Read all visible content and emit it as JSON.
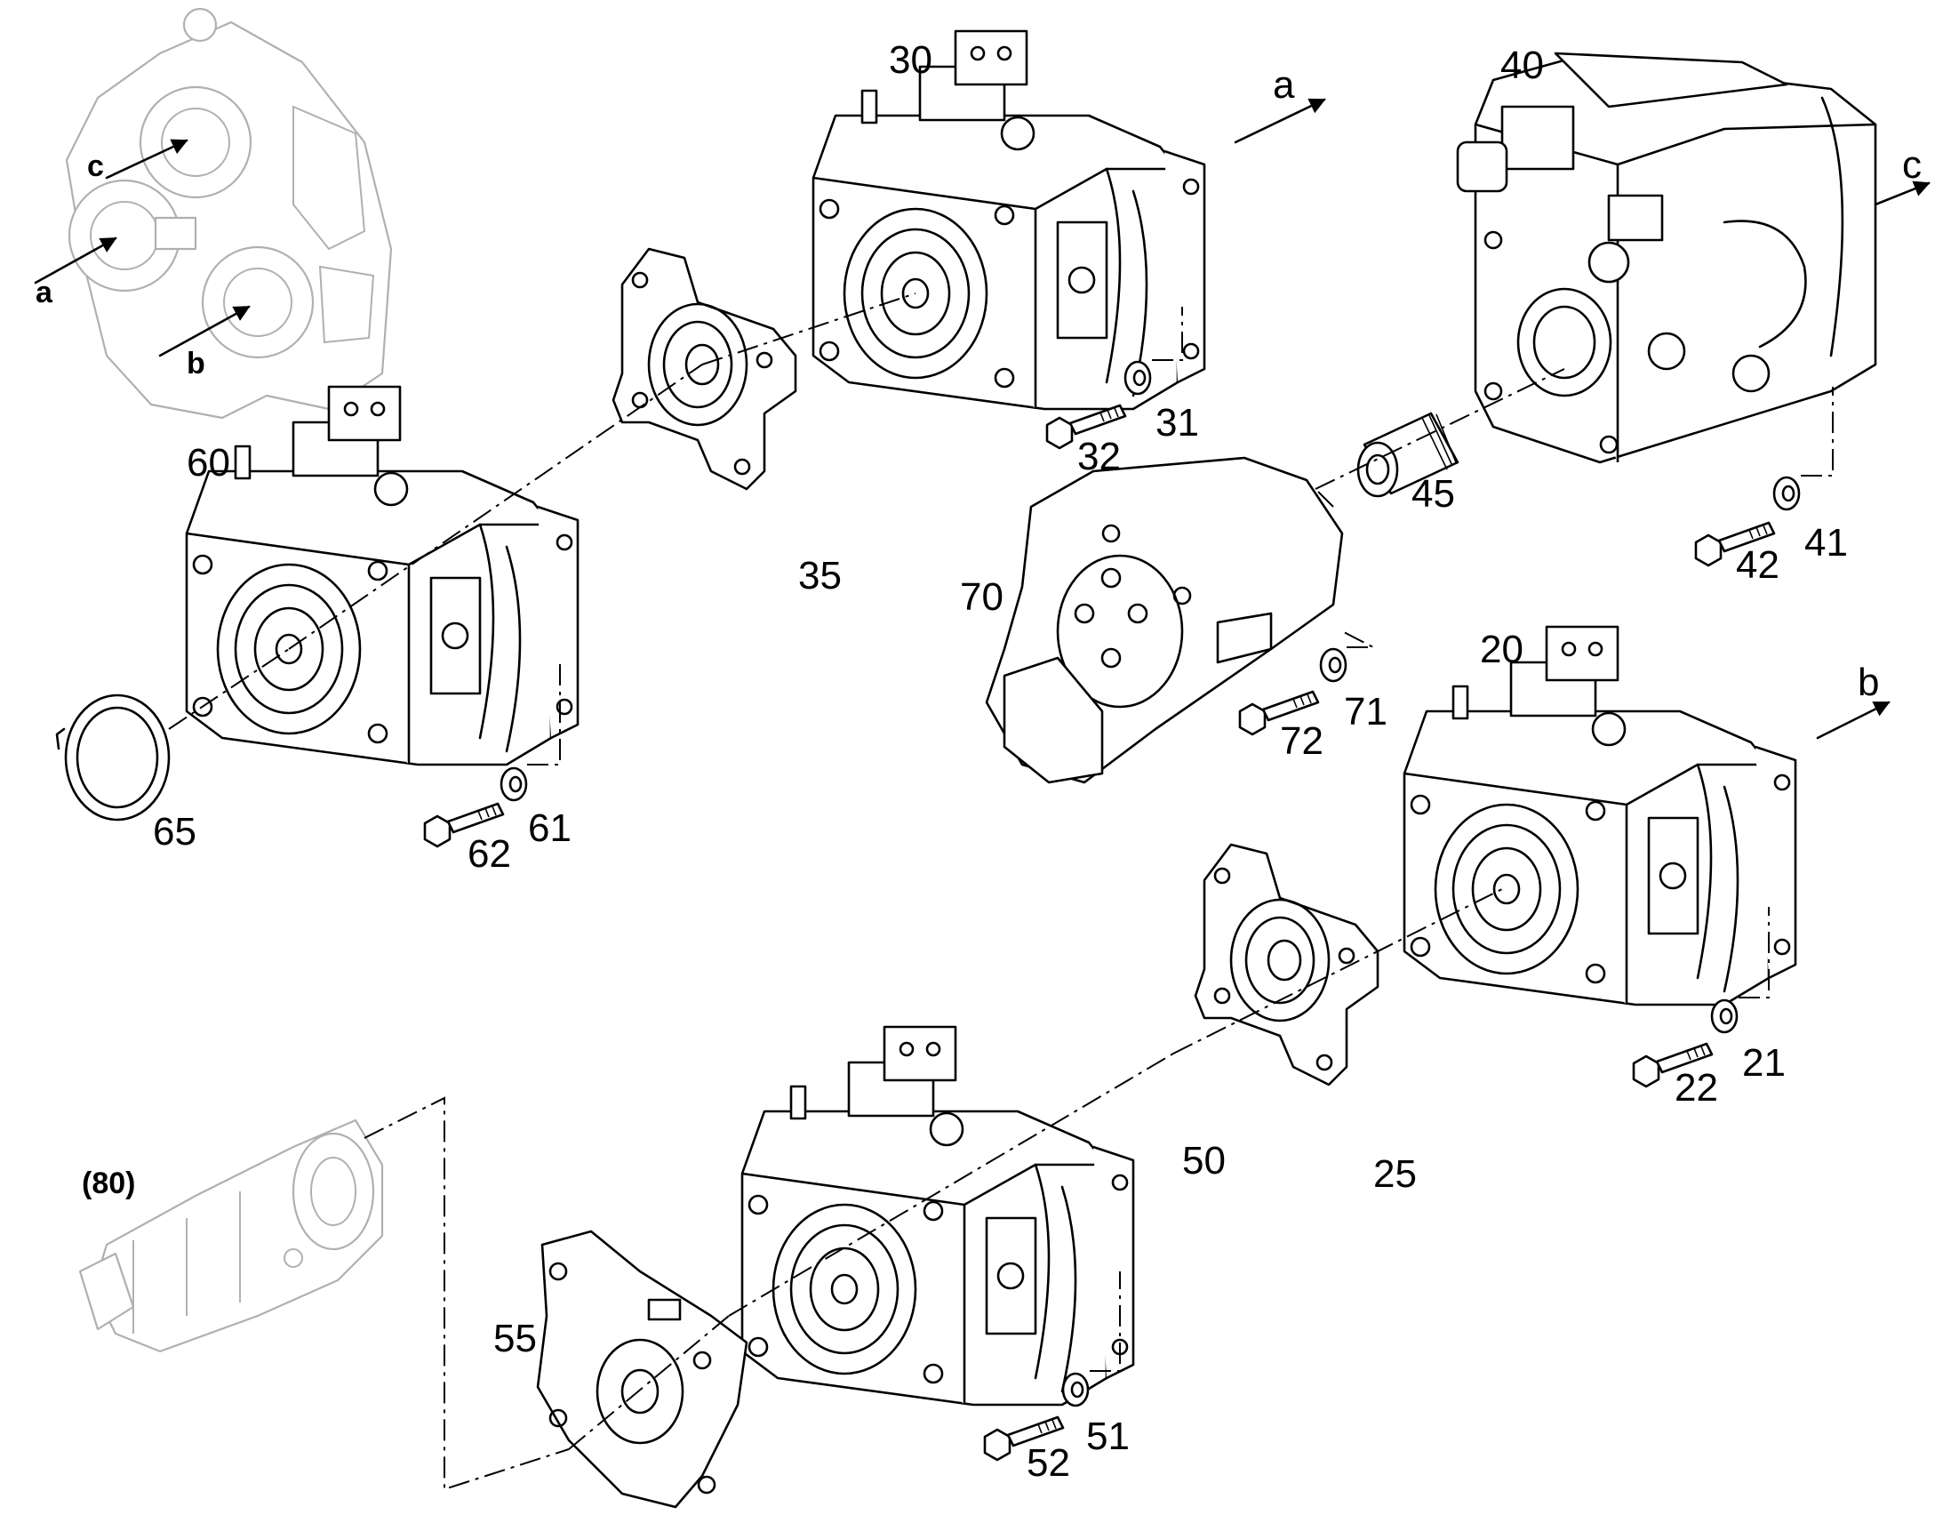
{
  "callouts": {
    "c20": "20",
    "c21": "21",
    "c22": "22",
    "c25": "25",
    "c30": "30",
    "c31": "31",
    "c32": "32",
    "c35": "35",
    "c40": "40",
    "c41": "41",
    "c42": "42",
    "c45": "45",
    "c50": "50",
    "c51": "51",
    "c52": "52",
    "c55": "55",
    "c60": "60",
    "c61": "61",
    "c62": "62",
    "c65": "65",
    "c70": "70",
    "c71": "71",
    "c72": "72",
    "c80": "(80)"
  },
  "arrows": {
    "a": "a",
    "b": "b",
    "c": "c"
  },
  "overview": {
    "a": "a",
    "b": "b",
    "c": "c"
  }
}
